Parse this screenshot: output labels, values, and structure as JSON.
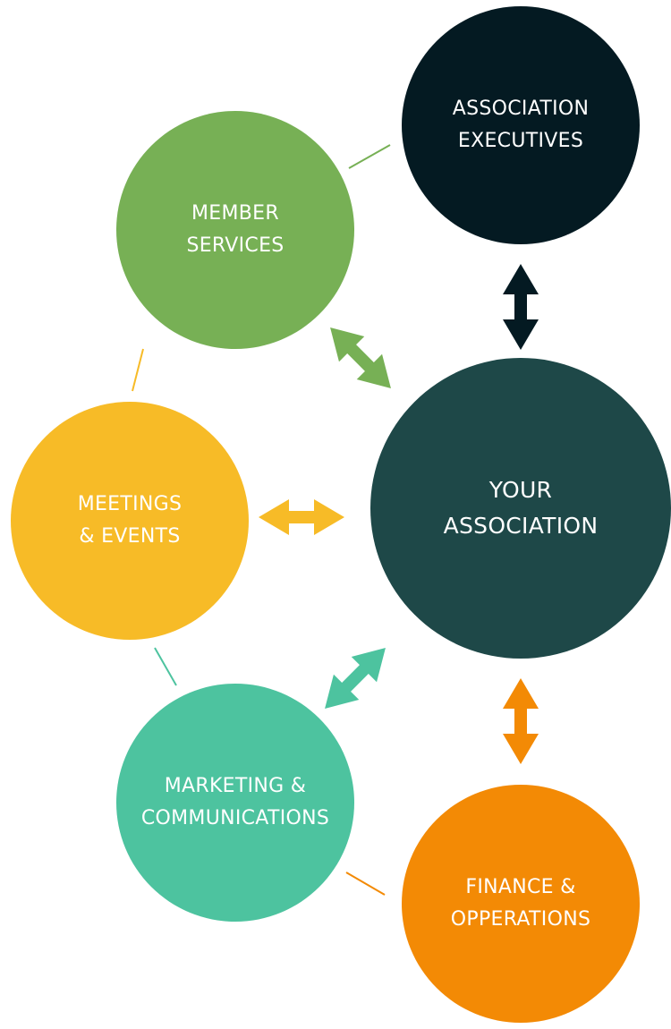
{
  "nodes": {
    "executives": {
      "line1": "ASSOCIATION",
      "line2": "EXECUTIVES",
      "color": "#041a22"
    },
    "member": {
      "line1": "MEMBER",
      "line2": "SERVICES",
      "color": "#77b055"
    },
    "center": {
      "line1": "YOUR",
      "line2": "ASSOCIATION",
      "color": "#1e4848"
    },
    "meetings": {
      "line1": "MEETINGS",
      "line2": "& EVENTS",
      "color": "#f7bb27"
    },
    "marketing": {
      "line1": "MARKETING &",
      "line2": "COMMUNICATIONS",
      "color": "#4dc39f"
    },
    "finance": {
      "line1": "FINANCE &",
      "line2": "OPPERATIONS",
      "color": "#f38a05"
    }
  }
}
